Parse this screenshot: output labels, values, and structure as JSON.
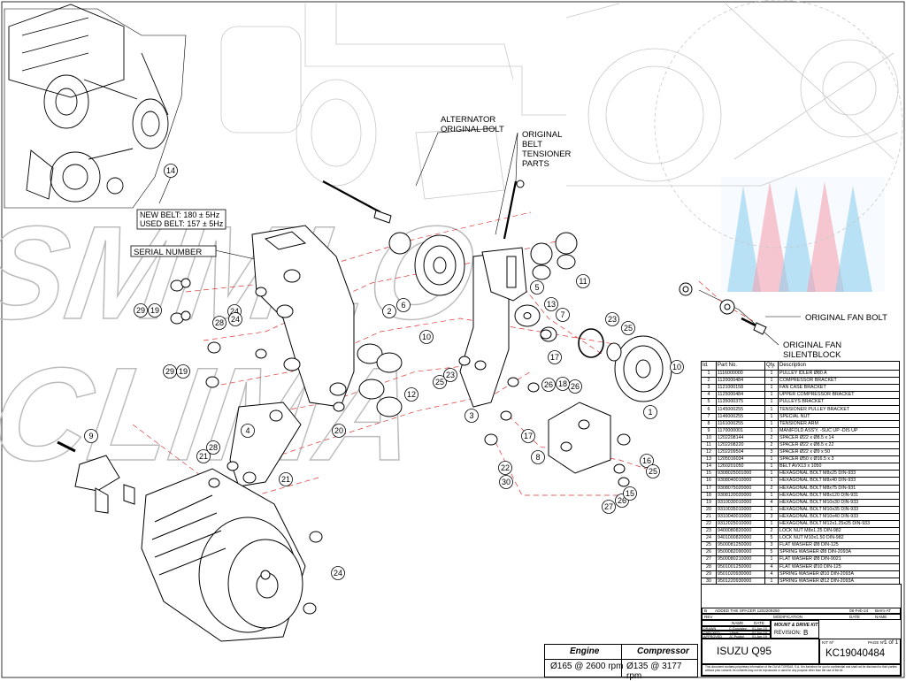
{
  "watermark": [
    "SMMLO",
    "CLIMA"
  ],
  "callouts": {
    "alternator_bolt": [
      "ALTERNATOR",
      "ORIGINAL BOLT"
    ],
    "tensioner_parts": [
      "ORIGINAL",
      "BELT",
      "TENSIONER",
      "PARTS"
    ],
    "serial_number": "SERIAL NUMBER",
    "fan_bolt": "ORIGINAL FAN BOLT",
    "fan_silentblock": [
      "ORIGINAL FAN",
      "SILENTBLOCK"
    ],
    "belt_tension": [
      "NEW BELT: 180 ± 5Hz",
      "USED BELT: 157 ± 5Hz"
    ]
  },
  "balloons": [
    {
      "n": "14"
    },
    {
      "n": "29"
    },
    {
      "n": "19"
    },
    {
      "n": "24"
    },
    {
      "n": "28"
    },
    {
      "n": "29"
    },
    {
      "n": "19"
    },
    {
      "n": "20"
    },
    {
      "n": "2"
    },
    {
      "n": "6"
    },
    {
      "n": "10"
    },
    {
      "n": "12"
    },
    {
      "n": "11"
    },
    {
      "n": "5"
    },
    {
      "n": "13"
    },
    {
      "n": "7"
    },
    {
      "n": "23"
    },
    {
      "n": "25"
    },
    {
      "n": "10"
    },
    {
      "n": "1"
    },
    {
      "n": "17"
    },
    {
      "n": "26"
    },
    {
      "n": "18"
    },
    {
      "n": "26"
    },
    {
      "n": "25"
    },
    {
      "n": "23"
    },
    {
      "n": "3"
    },
    {
      "n": "17"
    },
    {
      "n": "8"
    },
    {
      "n": "22"
    },
    {
      "n": "30"
    },
    {
      "n": "16"
    },
    {
      "n": "25"
    },
    {
      "n": "27"
    },
    {
      "n": "26"
    },
    {
      "n": "15"
    },
    {
      "n": "4"
    },
    {
      "n": "9"
    },
    {
      "n": "21"
    },
    {
      "n": "28"
    },
    {
      "n": "21"
    },
    {
      "n": "24"
    },
    {
      "n": "24"
    }
  ],
  "parts_table": {
    "headers": [
      "Id.",
      "Part No.",
      "Qty.",
      "Description"
    ],
    "rows": [
      [
        "1",
        "1116000000",
        "1",
        "PULLEY IDLER Ø80 A"
      ],
      [
        "2",
        "1120000484",
        "1",
        "COMPRESSOR BRACKET"
      ],
      [
        "3",
        "1121000158",
        "1",
        "FAN CASE BRACKET"
      ],
      [
        "4",
        "1125000484",
        "1",
        "UPPER COMPRESSOR BRACKET"
      ],
      [
        "5",
        "1135000375",
        "1",
        "PULLEYS BRACKET"
      ],
      [
        "6",
        "1145000255",
        "1",
        "TENSIONER PULLEY BRACKET"
      ],
      [
        "7",
        "1146000255",
        "1",
        "SPECIAL NUT"
      ],
      [
        "8",
        "1161000255",
        "1",
        "TENSIONER ARM"
      ],
      [
        "9",
        "1170000001",
        "1",
        "MANIFOLD ASS'Y. -SUC UP -DIS UP"
      ],
      [
        "10",
        "1202208144",
        "2",
        "SPACER Ø22 x Ø8.5 x 14"
      ],
      [
        "11",
        "1202208220",
        "2",
        "SPACER Ø22 x Ø8.5 x 22"
      ],
      [
        "12",
        "1202209504",
        "3",
        "SPACER Ø22 x Ø9 x 50"
      ],
      [
        "13",
        "1205016034",
        "1",
        "SPACER Ø50 x Ø16.5 x 3"
      ],
      [
        "14",
        "1260201050",
        "1",
        "BELT AVX13 x 1050"
      ],
      [
        "15",
        "9308025001000",
        "1",
        "HEXAGONAL BOLT M8x25 DIN-933"
      ],
      [
        "16",
        "9308040010000",
        "1",
        "HEXAGONAL BOLT M8x40 DIN-933"
      ],
      [
        "17",
        "9308075020000",
        "2",
        "HEXAGONAL BOLT M8x75 DIN-931"
      ],
      [
        "18",
        "9308120020000",
        "1",
        "HEXAGONAL BOLT M8x120 DIN-931"
      ],
      [
        "19",
        "9310030010000",
        "4",
        "HEXAGONAL BOLT M10x30 DIN-933"
      ],
      [
        "20",
        "9310035010000",
        "1",
        "HEXAGONAL BOLT M10x35 DIN-933"
      ],
      [
        "21",
        "9310040010000",
        "3",
        "HEXAGONAL BOLT M10x40 DIN-933"
      ],
      [
        "22",
        "9312025010000",
        "1",
        "HEXAGONAL BOLT M12x1.25x25 DIN-933"
      ],
      [
        "23",
        "9400080820000",
        "2",
        "LOCK NUT M8x1.25 DIN-982"
      ],
      [
        "24",
        "9401000820000",
        "5",
        "LOCK NUT M10x1.50 DIN-982"
      ],
      [
        "25",
        "9500081250000",
        "3",
        "FLAT WASHER Ø8 DIN-125"
      ],
      [
        "26",
        "9500082090000",
        "5",
        "SPRING WASHER Ø8 DIN-2093A"
      ],
      [
        "27",
        "9500080210000",
        "1",
        "FLAT WASHER Ø8 DIN-9021"
      ],
      [
        "28",
        "9501001250000",
        "4",
        "FLAT WASHER Ø10 DIN-125"
      ],
      [
        "29",
        "9501020930000",
        "4",
        "SPRING WASHER Ø10 DIN-2093A"
      ],
      [
        "30",
        "9501220930000",
        "1",
        "SPRING WASHER Ø12 DIN-2093A"
      ]
    ]
  },
  "title_block": {
    "rev_row": {
      "rev": "B",
      "text": "ADDED THE SPACER 1202209250",
      "date": "08-Feb-24",
      "name": "Berm-AT"
    },
    "rev_header": {
      "rev": "REV",
      "modification": "MODIFICATION",
      "date": "DATE",
      "name": "NAME"
    },
    "sign_header": {
      "name": "NAME",
      "date": "DATE"
    },
    "signatures": [
      {
        "role": "DRAWN",
        "name": "C.Gonzalez",
        "date": "01-Apr-19"
      },
      {
        "role": "CHECKED",
        "name": "J.Petit",
        "date": "01-Apr-19"
      },
      {
        "role": "APPROVED",
        "name": "JC.Pugliol",
        "date": "01-Apr-19"
      }
    ],
    "kit_type": "MOUNT & DRIVE KITS",
    "revision_label": "REVISION:",
    "revision": "B",
    "kit_no_label": "KIT Nº",
    "page_label": "PAGE Nº",
    "page": "1 of 1",
    "kit_no": "KC19040484",
    "vehicle": "ISUZU Q95",
    "disclaimer": "This document contains proprietary information of the OLIVA TORRAS, S.A. It is furnished for you to confidential and shall not be disclosed to third parties without prior consent. Its contents may not be reproduced or used for any purpose other than the use of the kit."
  },
  "rpm_box": {
    "engine_label": "Engine",
    "engine_value": "Ø165 @ 2600 rpm",
    "compressor_label": "Compressor",
    "compressor_value": "Ø135 @ 3177 rpm"
  }
}
